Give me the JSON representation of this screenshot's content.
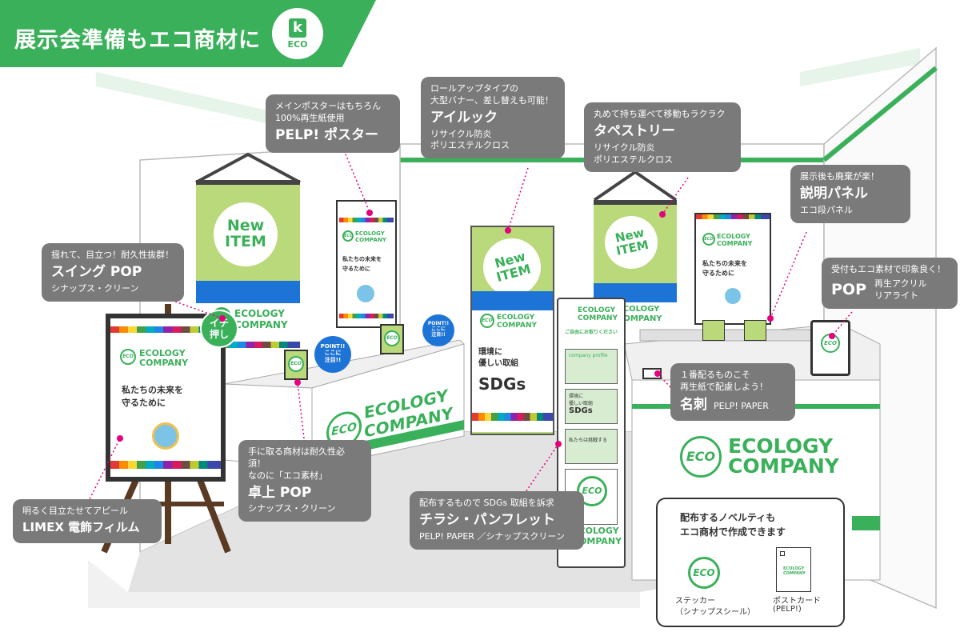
{
  "header": {
    "title": "展示会準備もエコ商材に",
    "logo_letter": "k",
    "logo_text": "ECO"
  },
  "brand": {
    "line1": "ECOLOGY",
    "line2": "COMPANY",
    "eco": "ECO"
  },
  "poster_texts": {
    "new": "New",
    "item": "ITEM",
    "mission_line1": "私たちの未来を",
    "mission_line2": "守るために",
    "sdgs_line1": "環境に",
    "sdgs_line2": "優しい取組",
    "sdgs": "SDGs",
    "icchi_line1": "イチ",
    "icchi_line2": "押し",
    "point": "POINT!!",
    "point_sub1": "ここに",
    "point_sub2": "注目!!",
    "rack_header": "ご自由にお取りください",
    "rack_profile": "company profile",
    "rack_leaflet_title": "私たちは挑戦する"
  },
  "callouts": {
    "poster": {
      "small": "メインポスターはもちろん\n100%再生紙使用",
      "big": "PELP! ポスター"
    },
    "roll": {
      "small": "ロールアップタイプの\n大型バナー、差し替えも可能！",
      "big": "アイルック",
      "sub": "リサイクル防炎\nポリエステルクロス"
    },
    "tapestry": {
      "small": "丸めて持ち運べて移動もラクラク",
      "big": "タペストリー",
      "sub": "リサイクル防炎\nポリエステルクロス"
    },
    "panel": {
      "small": "展示後も廃棄が楽！",
      "big": "説明パネル",
      "sub": "エコ段パネル"
    },
    "pop_acryl": {
      "small": "受付もエコ素材で印象良く！",
      "big": "POP",
      "sub": "再生アクリル\nリアライト"
    },
    "swing": {
      "small": "揺れて、目立つ！耐久性抜群！",
      "big": "スイング POP",
      "sub": "シナップス・クリーン"
    },
    "desk_pop": {
      "small": "手に取る商材は耐久性必須！\nなのに「エコ素材」",
      "big": "卓上 POP",
      "sub": "シナップス・クリーン"
    },
    "limex": {
      "small": "明るく目立たせてアピール",
      "big": "LIMEX 電飾フィルム"
    },
    "card": {
      "small": "１番配るものこそ\n再生紙で配慮しよう！",
      "big": "名刺",
      "sub": "PELP! PAPER"
    },
    "flyer": {
      "small": "配布するもので SDGs 取組を訴求",
      "big": "チラシ・パンフレット",
      "sub": "PELP! PAPER ／シナップスクリーン"
    }
  },
  "novelty": {
    "title_line1": "配布するノベルティも",
    "title_line2": "エコ商材で作成できます",
    "sticker_label1": "ステッカー",
    "sticker_label2": "（シナップスシール）",
    "postcard_label1": "ポストカード",
    "postcard_label2": "(PELP!)"
  },
  "colors": {
    "green": "#3bb05a",
    "blue": "#1e74d6",
    "callout_gray": "#7a7a7a",
    "marker_pink": "#e6007e",
    "poster_bg": "#b9d97a"
  }
}
